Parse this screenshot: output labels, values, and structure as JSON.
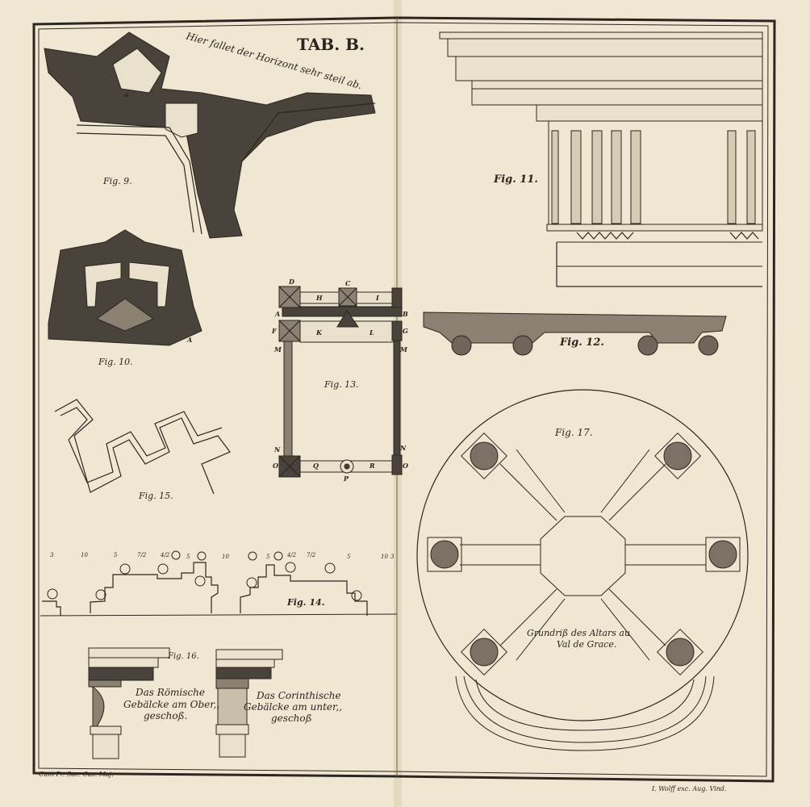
{
  "plate": {
    "title": "TAB. B.",
    "horizon_note": "Hier fallet der Horizont sehr steil ab.",
    "footer_left": "Cum Pr. Sac. Cas. Maj.",
    "footer_right": "I. Wolff exc. Aug. Vind."
  },
  "figures": {
    "fig9": "Fig. 9.",
    "fig10": "Fig. 10.",
    "fig11": "Fig. 11.",
    "fig12": "Fig. 12.",
    "fig13": "Fig. 13.",
    "fig14": "Fig. 14.",
    "fig15": "Fig. 15.",
    "fig16": "Fig. 16.",
    "fig17": "Fig. 17."
  },
  "fig9_labels": {
    "a": "a"
  },
  "fig10_labels": {
    "a": "A"
  },
  "fig13_labels": [
    "D",
    "C",
    "H",
    "I",
    "A",
    "B",
    "F",
    "G",
    "K",
    "L",
    "M",
    "M",
    "N",
    "N",
    "O",
    "O",
    "Q",
    "R",
    "P"
  ],
  "fig14_measures_left": [
    "3",
    "10",
    "5",
    "7/2",
    "4/2",
    "5"
  ],
  "fig14_measures_right": [
    "10",
    "5",
    "4/2",
    "7/2",
    "5",
    "10",
    "3"
  ],
  "fig16_captions": {
    "roman": [
      "Das Römische",
      "Gebälcke am Ober,,",
      "geschoß."
    ],
    "corinthian": [
      "Das Corinthische",
      "Gebälcke am unter,,",
      "geschoß"
    ]
  },
  "fig17_caption": [
    "Grundriß des Altars au",
    "Val de Grace."
  ]
}
